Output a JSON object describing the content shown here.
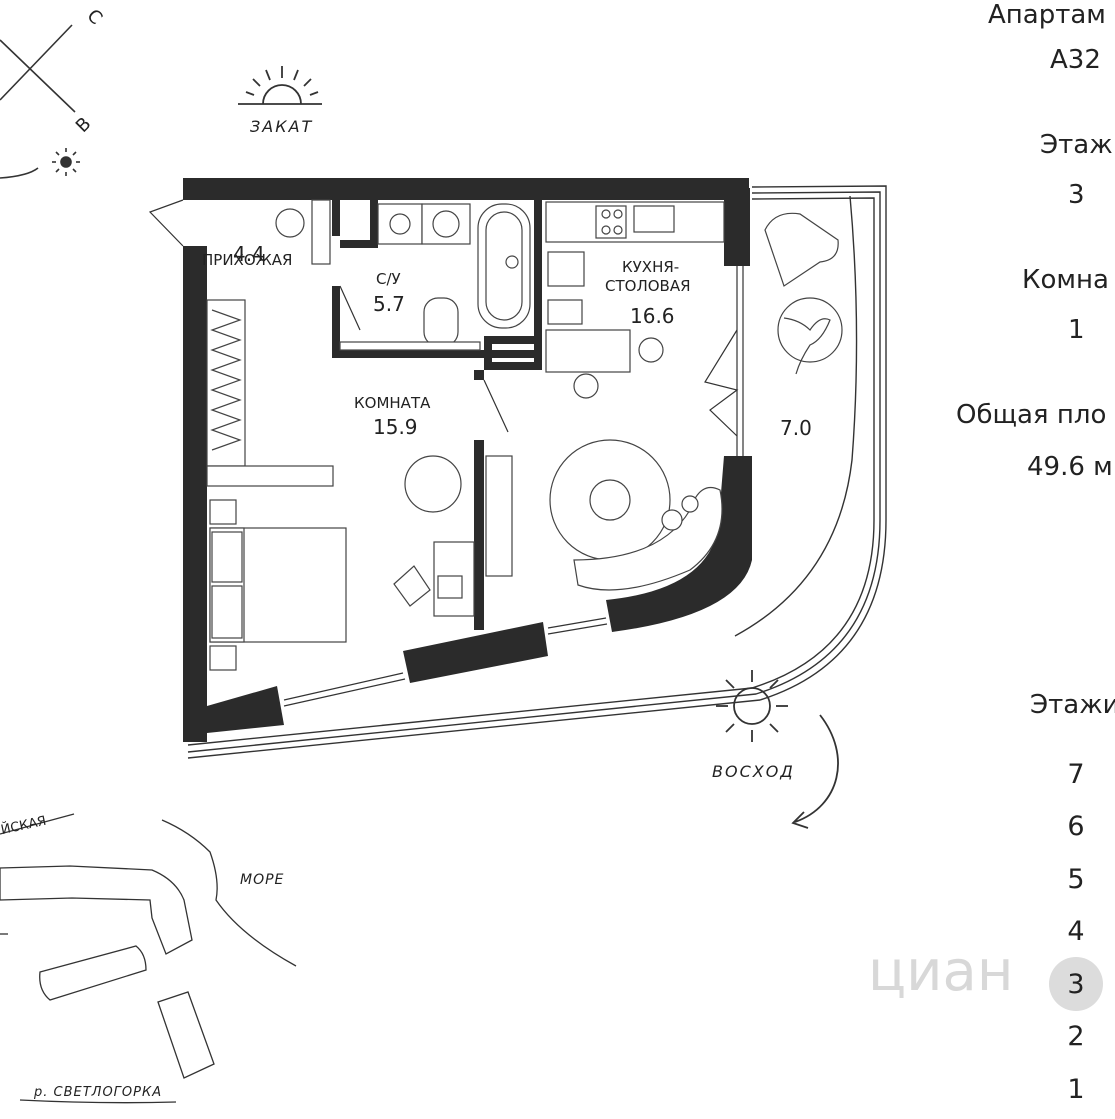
{
  "compass": {
    "north": "С",
    "east": "В"
  },
  "sun": {
    "sunset": "ЗАКАТ",
    "sunrise": "ВОСХОД"
  },
  "rooms": {
    "hall": {
      "name": "ПРИХОЖАЯ",
      "area": "4.4"
    },
    "bath": {
      "name": "С/У",
      "area": "5.7"
    },
    "kitchen": {
      "name1": "КУХНЯ-",
      "name2": "СТОЛОВАЯ",
      "area": "16.6"
    },
    "room": {
      "name": "КОМНАТА",
      "area": "15.9"
    },
    "balcony": {
      "area": "7.0"
    }
  },
  "location_map": {
    "street": "ЙСКАЯ",
    "sea": "МОРЕ",
    "river": "р. СВЕТЛОГОРКА"
  },
  "info": {
    "apartment_label": "Апартам",
    "apartment_value": "А32",
    "floor_label": "Этаж",
    "floor_value": "3",
    "rooms_label": "Комна",
    "rooms_value": "1",
    "area_label": "Общая пло",
    "area_value": "49.6 м"
  },
  "floors": {
    "title": "Этажи",
    "items": [
      "7",
      "6",
      "5",
      "4",
      "3",
      "2",
      "1"
    ],
    "active": "3"
  },
  "watermark": "циан",
  "colors": {
    "wall": "#2b2b2b",
    "line": "#333333",
    "active_floor": "#dcdcdc"
  }
}
